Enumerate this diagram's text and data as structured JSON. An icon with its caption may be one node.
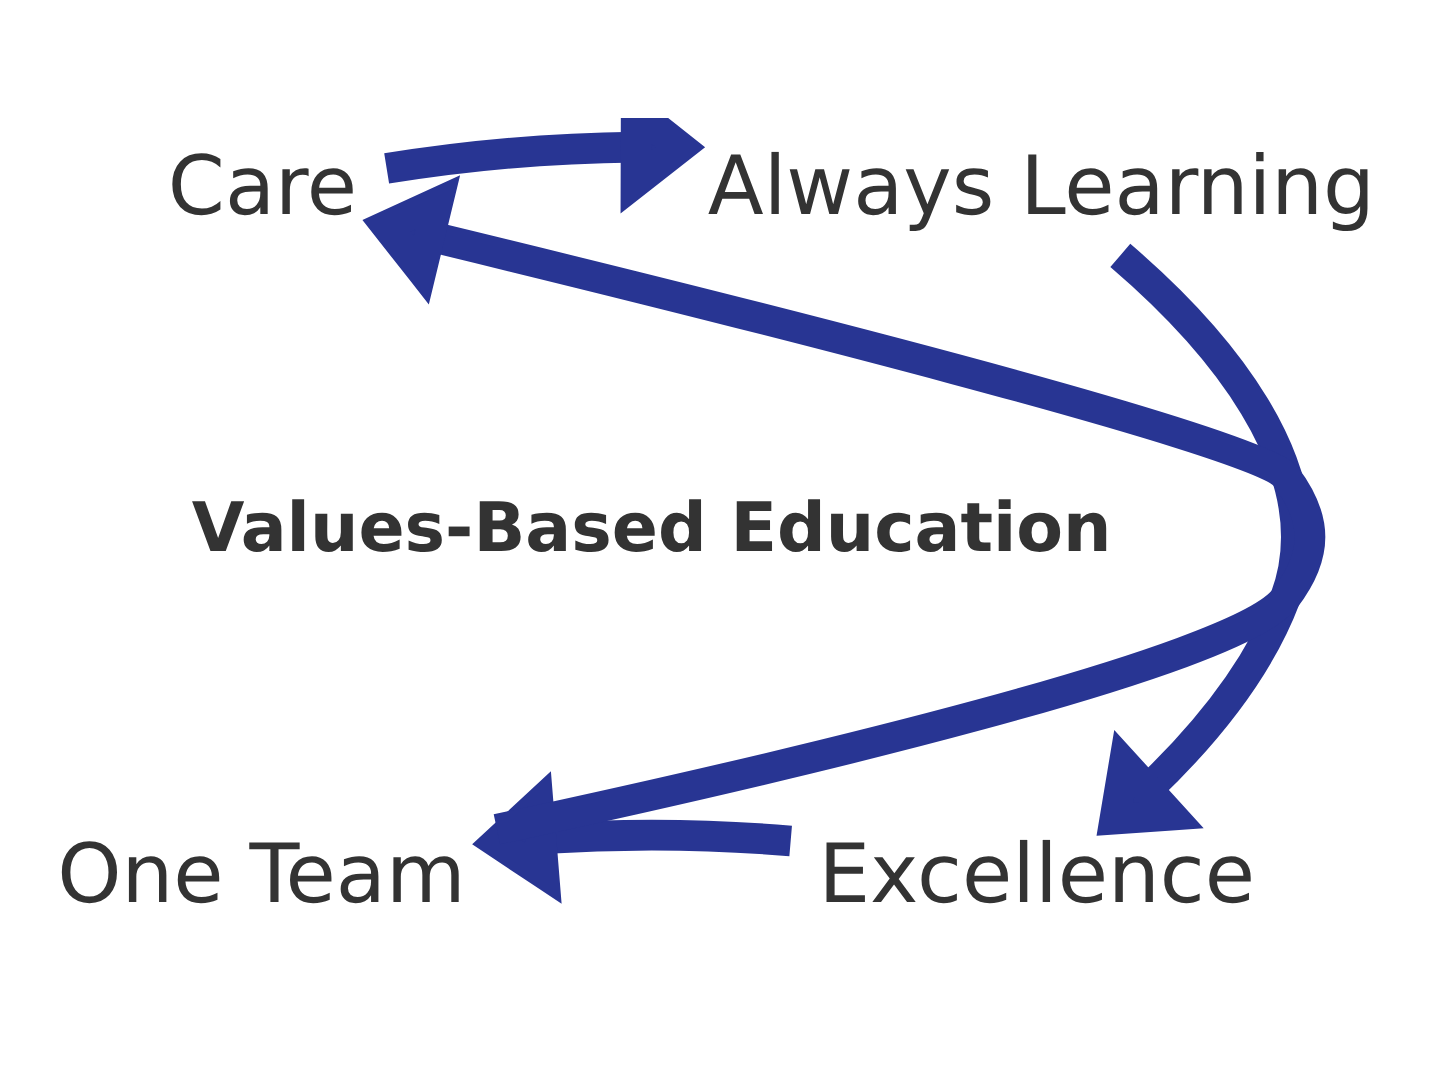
{
  "diagram": {
    "nodes": [
      {
        "text": [
          "Values-Based Education"
        ]
      },
      {
        "text": [
          "Care"
        ]
      },
      {
        "text": [
          "Always Learning"
        ]
      },
      {
        "text": [
          "Excellence"
        ]
      },
      {
        "text": [
          "One Team"
        ]
      }
    ],
    "edges": [
      {
        "from": 1,
        "to": 2,
        "arrow": "to"
      },
      {
        "from": 2,
        "to": 3,
        "arrow": "to"
      },
      {
        "from": 3,
        "to": 4,
        "arrow": "to"
      },
      {
        "from": 4,
        "to": 1,
        "arrow": "to"
      }
    ]
  }
}
